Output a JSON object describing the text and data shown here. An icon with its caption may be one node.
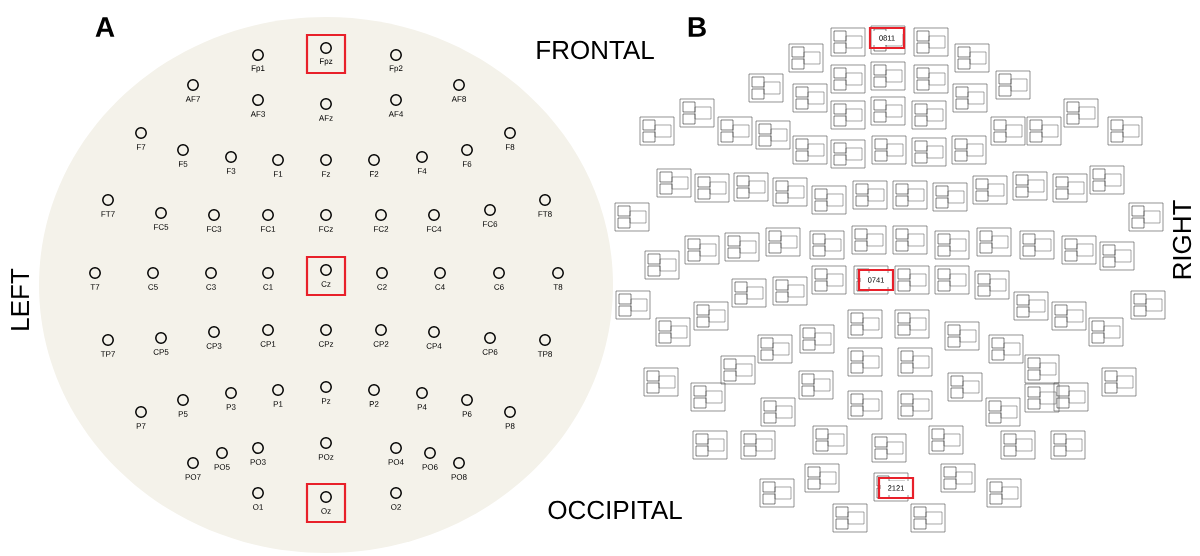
{
  "diagram": {
    "nodes": [
      {
        "text": [
          "Fpz"
        ]
      },
      {
        "text": [
          "Cz"
        ]
      },
      {
        "text": [
          "Oz"
        ]
      },
      {
        "text": [
          "0811"
        ]
      },
      {
        "text": [
          "0741"
        ]
      },
      {
        "text": [
          "2121"
        ]
      }
    ],
    "labels": [
      "A",
      "B",
      "FRONTAL",
      "LEFT",
      "RIGHT",
      "OCCIPITAL",
      "Fp1",
      "Fp2",
      "AF7",
      "AF3",
      "AFz",
      "AF4",
      "AF8",
      "F7",
      "F5",
      "F3",
      "F1",
      "Fz",
      "F2",
      "F4",
      "F6",
      "F8",
      "FT7",
      "FC5",
      "FC3",
      "FC1",
      "FCz",
      "FC2",
      "FC4",
      "FC6",
      "FT8",
      "T7",
      "C5",
      "C3",
      "C1",
      "C2",
      "C4",
      "C6",
      "T8",
      "TP7",
      "CP5",
      "CP3",
      "CP1",
      "CPz",
      "CP2",
      "CP4",
      "CP6",
      "TP8",
      "P7",
      "P5",
      "P3",
      "P1",
      "Pz",
      "P2",
      "P4",
      "P6",
      "P8",
      "PO7",
      "PO5",
      "PO3",
      "POz",
      "PO4",
      "PO6",
      "PO8",
      "O1",
      "O2"
    ]
  }
}
